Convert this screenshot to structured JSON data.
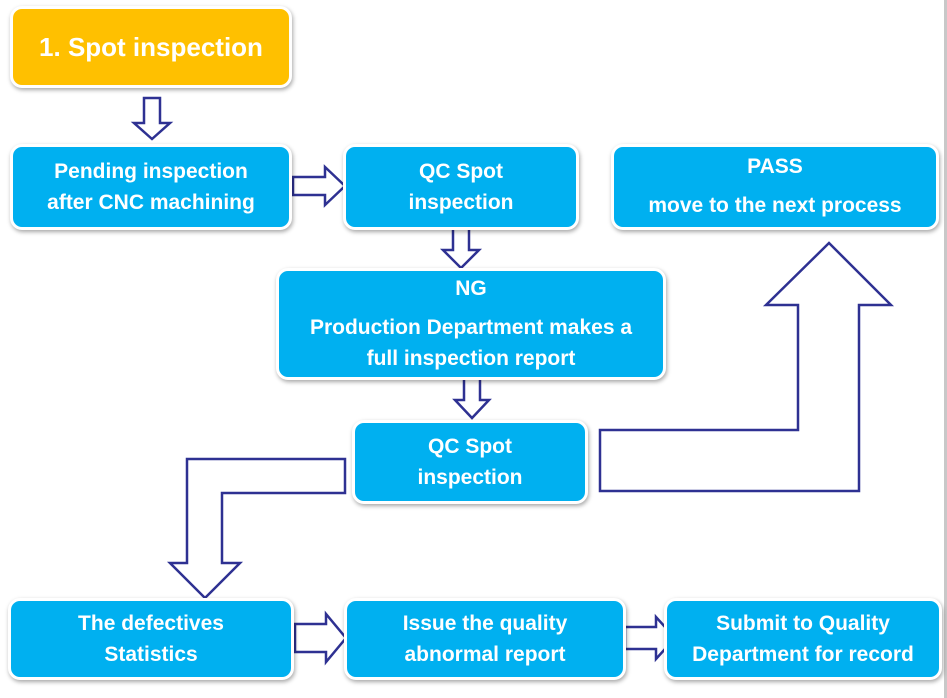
{
  "title": "1. Spot inspection",
  "colors": {
    "title_fill": "#ffc000",
    "box_fill": "#00b0f0",
    "box_text": "#ffffff",
    "arrow_stroke": "#2e3192"
  },
  "nodes": {
    "pending": {
      "lines": [
        "Pending inspection",
        "after CNC machining"
      ]
    },
    "qc1": {
      "lines": [
        "QC Spot",
        "inspection"
      ]
    },
    "pass": {
      "heading": "PASS",
      "text": "move to the next process"
    },
    "ng": {
      "heading": "NG",
      "lines": [
        "Production Department makes a",
        "full inspection report"
      ]
    },
    "qc2": {
      "lines": [
        "QC Spot",
        "inspection"
      ]
    },
    "defectives": {
      "lines": [
        "The defectives",
        "Statistics"
      ]
    },
    "issue": {
      "lines": [
        "Issue the quality",
        "abnormal report"
      ]
    },
    "submit": {
      "lines": [
        "Submit to Quality",
        "Department for record"
      ]
    }
  },
  "edges": [
    {
      "from": "title",
      "to": "pending"
    },
    {
      "from": "pending",
      "to": "qc1"
    },
    {
      "from": "qc1",
      "to": "ng"
    },
    {
      "from": "ng",
      "to": "qc2"
    },
    {
      "from": "qc2",
      "to": "pass"
    },
    {
      "from": "qc2",
      "to": "defectives"
    },
    {
      "from": "defectives",
      "to": "issue"
    },
    {
      "from": "issue",
      "to": "submit"
    }
  ]
}
